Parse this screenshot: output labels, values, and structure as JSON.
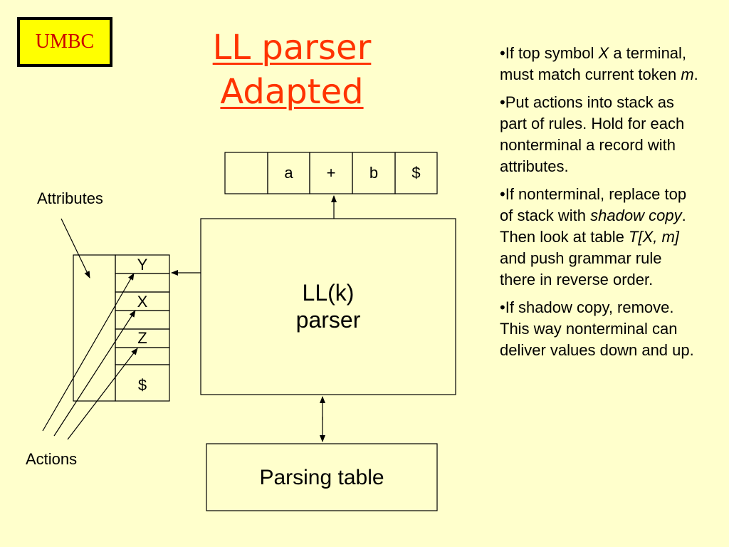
{
  "logo": "UMBC",
  "title": {
    "line1": "LL parser",
    "line2": "Adapted"
  },
  "input_tape": [
    "",
    "a",
    "+",
    "b",
    "$"
  ],
  "stack": [
    "Y",
    "",
    "X",
    "",
    "Z",
    "",
    "$"
  ],
  "labels": {
    "attributes": "Attributes",
    "actions": "Actions"
  },
  "parser_box": {
    "line1": "LL(k)",
    "line2": "parser"
  },
  "table_box": "Parsing table",
  "bullets": {
    "b1": {
      "t1": "•If top symbol ",
      "t2": "X",
      "t3": " a terminal, must match current token ",
      "t4": "m",
      "t5": "."
    },
    "b2": "•Put actions into stack as part of rules. Hold for each nonterminal a record with attributes.",
    "b3": {
      "t1": "•If nonterminal, replace top of stack with ",
      "t2": "shadow copy",
      "t3": ". Then look at table ",
      "t4": "T[X, m] ",
      "t5": " and push grammar rule there in reverse order."
    },
    "b4": "•If shadow copy, remove. This way nonterminal can deliver values down and up."
  }
}
